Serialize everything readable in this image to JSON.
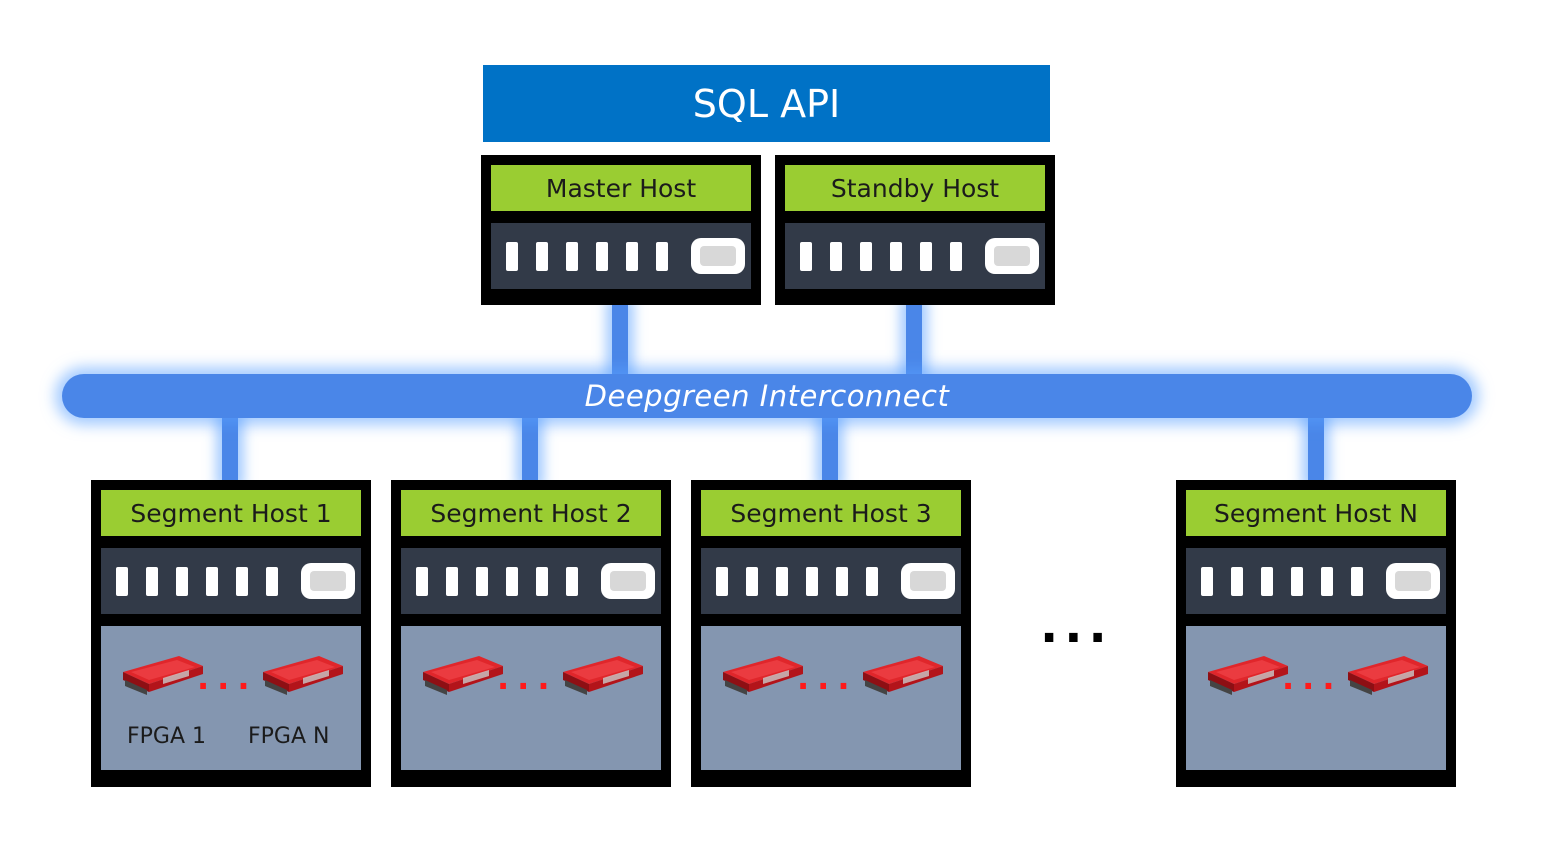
{
  "sql_api": "SQL API",
  "interconnect": "Deepgreen Interconnect",
  "master_host": "Master Host",
  "standby_host": "Standby Host",
  "segment_hosts": [
    "Segment Host 1",
    "Segment Host 2",
    "Segment Host 3",
    "Segment Host N"
  ],
  "fpga_labels": {
    "first": "FPGA 1",
    "last": "FPGA N"
  },
  "fpga_ellipsis": "...",
  "segment_ellipsis": "...",
  "colors": {
    "sql_api": "#0072c6",
    "host_title": "#9acd32",
    "rack": "#323a48",
    "fpga_area": "#8496b0",
    "interconnect": "#4a86e8",
    "fpga_card": "#d71920"
  }
}
